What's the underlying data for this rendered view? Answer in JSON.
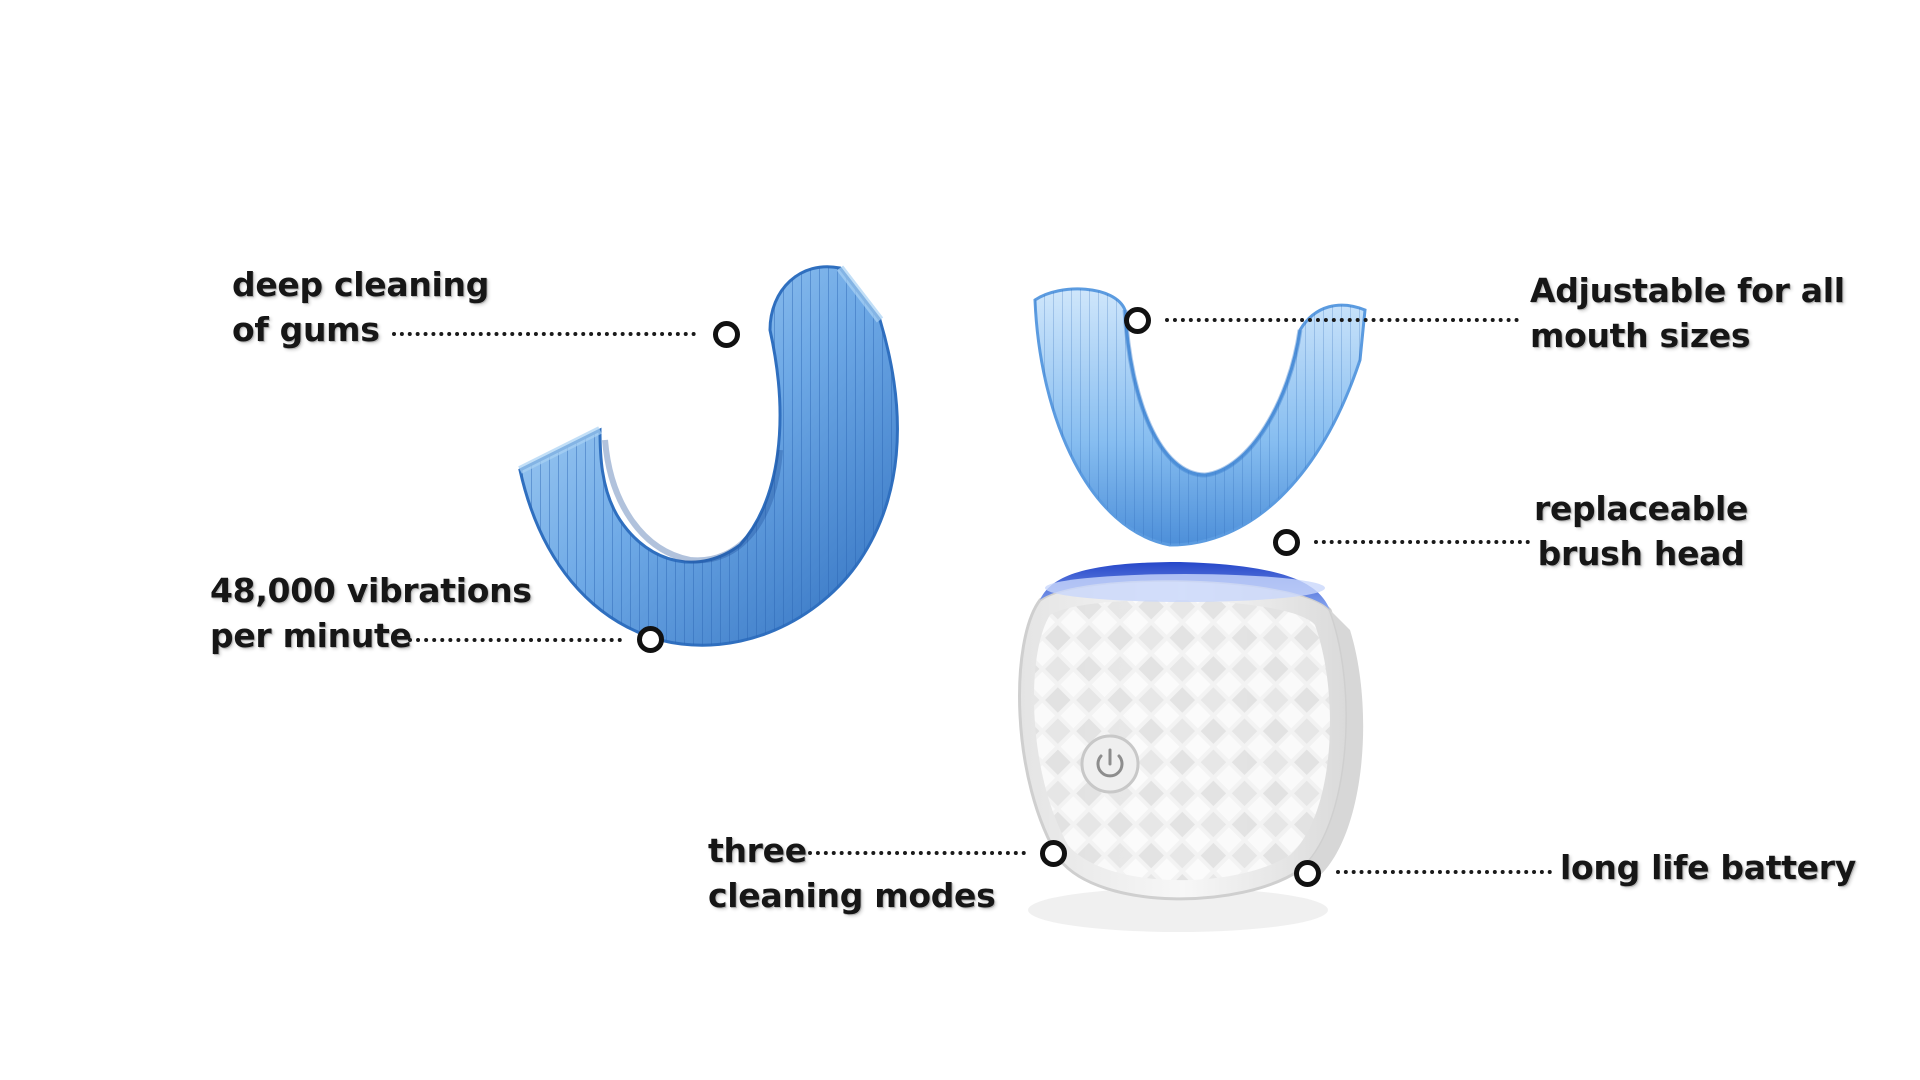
{
  "features": {
    "deep_cleaning": {
      "line1": "deep cleaning",
      "line2": "of gums"
    },
    "vibrations": {
      "line1": "48,000 vibrations",
      "line2": "per minute"
    },
    "adjustable": {
      "line1": "Adjustable for all",
      "line2": "mouth sizes"
    },
    "replaceable": {
      "line1": "replaceable",
      "line2": "brush head"
    },
    "modes": {
      "line1": "three",
      "line2": "cleaning modes"
    },
    "battery": {
      "line1": "long life battery"
    }
  },
  "icons": {
    "product": "u-shaped-toothbrush-illustration",
    "power": "power-icon",
    "marker": "callout-dot-icon"
  },
  "colors": {
    "text": "#161616",
    "bristle_blue": "#4a90d8",
    "bristle_light": "#a9d2f5",
    "handle_white": "#f2f2f2",
    "glow_blue": "#2a58d8"
  }
}
